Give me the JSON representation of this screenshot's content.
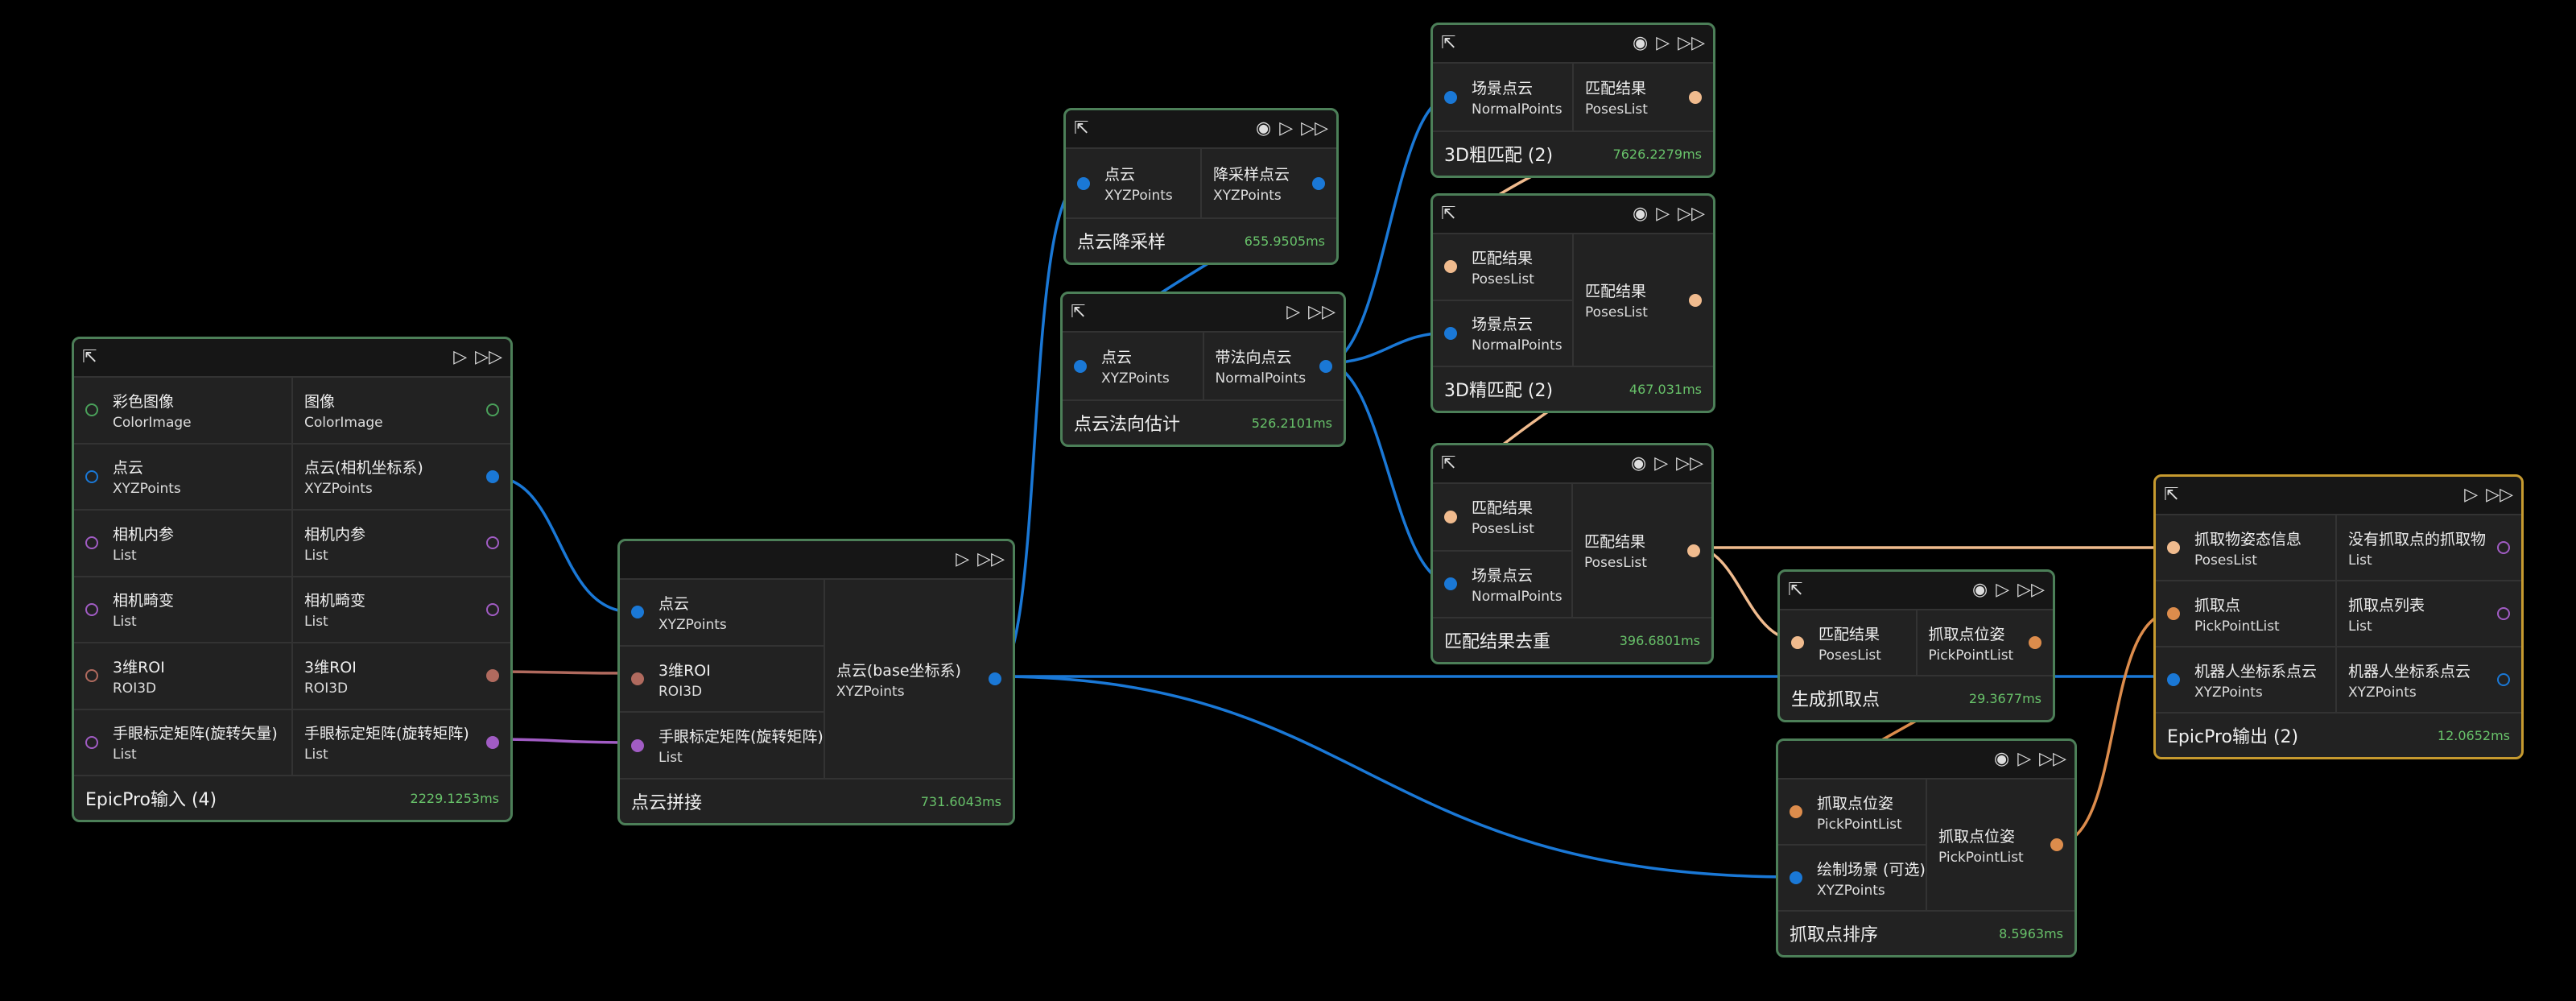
{
  "colors": {
    "blue": "#1a78d6",
    "brown": "#b06a5e",
    "purple": "#a15cc4",
    "peach": "#f0bb8e",
    "orange": "#dc8c4c",
    "green_port": "#4aa05a",
    "node_border": "#4c7f58",
    "output_border": "#c69a2f",
    "time": "#68c26a",
    "background": "#000000"
  },
  "icons": {
    "graph": "graph-icon",
    "record": "record-icon",
    "run": "run-icon",
    "run_all": "run-all-icon"
  },
  "nodes": {
    "input": {
      "title": "EpicPro输入 (4)",
      "time": "2229.1253ms",
      "inputs": [
        {
          "name": "彩色图像",
          "type": "ColorImage"
        },
        {
          "name": "点云",
          "type": "XYZPoints"
        },
        {
          "name": "相机内参",
          "type": "List"
        },
        {
          "name": "相机畸变",
          "type": "List"
        },
        {
          "name": "3维ROI",
          "type": "ROI3D"
        },
        {
          "name": "手眼标定矩阵(旋转矢量)",
          "type": "List"
        }
      ],
      "outputs": [
        {
          "name": "图像",
          "type": "ColorImage"
        },
        {
          "name": "点云(相机坐标系)",
          "type": "XYZPoints"
        },
        {
          "name": "相机内参",
          "type": "List"
        },
        {
          "name": "相机畸变",
          "type": "List"
        },
        {
          "name": "3维ROI",
          "type": "ROI3D"
        },
        {
          "name": "手眼标定矩阵(旋转矩阵)",
          "type": "List"
        }
      ]
    },
    "stitch": {
      "title": "点云拼接",
      "time": "731.6043ms",
      "inputs": [
        {
          "name": "点云",
          "type": "XYZPoints"
        },
        {
          "name": "3维ROI",
          "type": "ROI3D"
        },
        {
          "name": "手眼标定矩阵(旋转矩阵)",
          "type": "List"
        }
      ],
      "outputs": [
        {
          "name": "点云(base坐标系)",
          "type": "XYZPoints"
        }
      ]
    },
    "downsample": {
      "title": "点云降采样",
      "time": "655.9505ms",
      "inputs": [
        {
          "name": "点云",
          "type": "XYZPoints"
        }
      ],
      "outputs": [
        {
          "name": "降采样点云",
          "type": "XYZPoints"
        }
      ]
    },
    "normal": {
      "title": "点云法向估计",
      "time": "526.2101ms",
      "inputs": [
        {
          "name": "点云",
          "type": "XYZPoints"
        }
      ],
      "outputs": [
        {
          "name": "带法向点云",
          "type": "NormalPoints"
        }
      ]
    },
    "coarse": {
      "title": "3D粗匹配 (2)",
      "time": "7626.2279ms",
      "inputs": [
        {
          "name": "场景点云",
          "type": "NormalPoints"
        }
      ],
      "outputs": [
        {
          "name": "匹配结果",
          "type": "PosesList"
        }
      ]
    },
    "fine": {
      "title": "3D精匹配 (2)",
      "time": "467.031ms",
      "inputs": [
        {
          "name": "匹配结果",
          "type": "PosesList"
        },
        {
          "name": "场景点云",
          "type": "NormalPoints"
        }
      ],
      "outputs": [
        {
          "name": "匹配结果",
          "type": "PosesList"
        }
      ]
    },
    "dedup": {
      "title": "匹配结果去重",
      "time": "396.6801ms",
      "inputs": [
        {
          "name": "匹配结果",
          "type": "PosesList"
        },
        {
          "name": "场景点云",
          "type": "NormalPoints"
        }
      ],
      "outputs": [
        {
          "name": "匹配结果",
          "type": "PosesList"
        }
      ]
    },
    "grasp": {
      "title": "生成抓取点",
      "time": "29.3677ms",
      "inputs": [
        {
          "name": "匹配结果",
          "type": "PosesList"
        }
      ],
      "outputs": [
        {
          "name": "抓取点位姿",
          "type": "PickPointList"
        }
      ]
    },
    "sort": {
      "title": "抓取点排序",
      "time": "8.5963ms",
      "inputs": [
        {
          "name": "抓取点位姿",
          "type": "PickPointList"
        },
        {
          "name": "绘制场景 (可选)",
          "type": "XYZPoints"
        }
      ],
      "outputs": [
        {
          "name": "抓取点位姿",
          "type": "PickPointList"
        }
      ]
    },
    "output": {
      "title": "EpicPro输出 (2)",
      "time": "12.0652ms",
      "inputs": [
        {
          "name": "抓取物姿态信息",
          "type": "PosesList"
        },
        {
          "name": "抓取点",
          "type": "PickPointList"
        },
        {
          "name": "机器人坐标系点云",
          "type": "XYZPoints"
        }
      ],
      "outputs": [
        {
          "name": "没有抓取点的抓取物",
          "type": "List"
        },
        {
          "name": "抓取点列表",
          "type": "List"
        },
        {
          "name": "机器人坐标系点云",
          "type": "XYZPoints"
        }
      ]
    }
  }
}
